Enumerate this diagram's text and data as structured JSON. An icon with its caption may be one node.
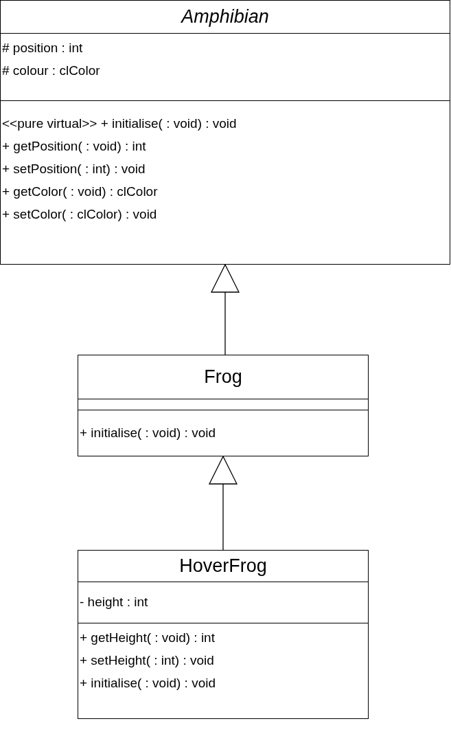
{
  "diagram": {
    "nodes": [
      {
        "text": [
          "Amphibian"
        ]
      },
      {
        "text": [
          "# position : int",
          "# colour : clColor"
        ],
        "in": 0
      },
      {
        "text": [
          "<<pure virtual>> + initialise( : void) : void",
          "+ getPosition( : void) : int",
          "+ setPosition( : int) : void",
          "+ getColor( : void) : clColor",
          "+ setColor( : clColor) : void"
        ],
        "in": 0
      },
      {
        "text": [
          "Frog"
        ]
      },
      {
        "text": [],
        "shape": "box",
        "in": 3
      },
      {
        "text": [
          "+ initialise( : void) : void"
        ],
        "in": 3
      },
      {
        "text": [
          "HoverFrog"
        ]
      },
      {
        "text": [
          "- height : int"
        ],
        "in": 6
      },
      {
        "text": [
          "+ getHeight( : void) : int",
          "+ setHeight( : int) : void",
          "+ initialise( : void) : void"
        ],
        "in": 6
      }
    ],
    "edges": [
      {
        "from": 3,
        "to": 0,
        "arrow": "to"
      },
      {
        "from": 6,
        "to": 3,
        "arrow": "to"
      }
    ]
  }
}
